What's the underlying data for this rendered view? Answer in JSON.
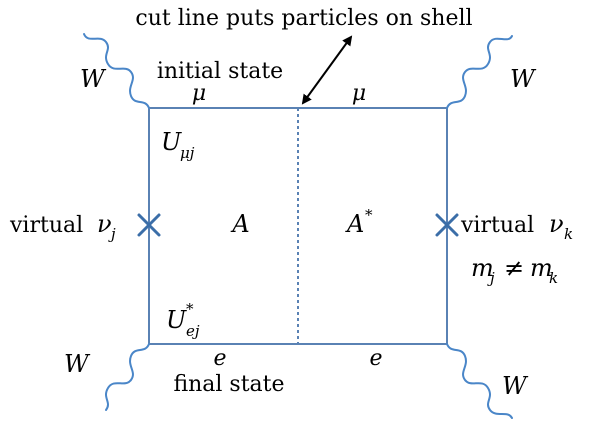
{
  "labels": {
    "cut_line": "cut line puts particles on shell",
    "initial_state": "initial state",
    "final_state": "final state",
    "virtual_left": "virtual",
    "virtual_right": "virtual",
    "mass_relation": "m",
    "mass_relation_full": "mj ≠ mk"
  },
  "symbols": {
    "W": "W",
    "mu": "μ",
    "e": "e",
    "A": "A",
    "A_star_base": "A",
    "star": "*",
    "U_mu_j_base": "U",
    "U_mu_j_sub": "μj",
    "U_e_j_base": "U",
    "U_e_j_sub": "ej",
    "U_e_j_sup": "*",
    "nu": "ν",
    "j": "j",
    "k": "k",
    "neq": "≠",
    "m": "m"
  },
  "colors": {
    "line": "#5a82b4",
    "wavy": "#4a86c8",
    "cross": "#3b6ea8"
  }
}
